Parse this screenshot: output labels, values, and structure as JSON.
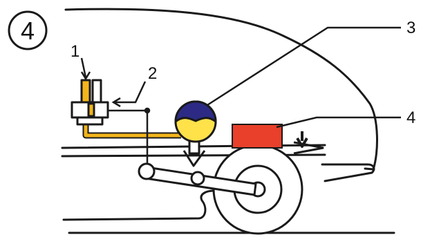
{
  "diagram": {
    "step_number": "4",
    "callouts": [
      {
        "label": "1"
      },
      {
        "label": "2"
      },
      {
        "label": "3"
      },
      {
        "label": "4"
      }
    ],
    "colors": {
      "outline": "#1a1a1a",
      "oil_line": "#f2b51c",
      "sphere_fill": "#ffe14a",
      "sphere_cap": "#2c2a85",
      "block": "#e8402a",
      "background": "#ffffff"
    }
  }
}
